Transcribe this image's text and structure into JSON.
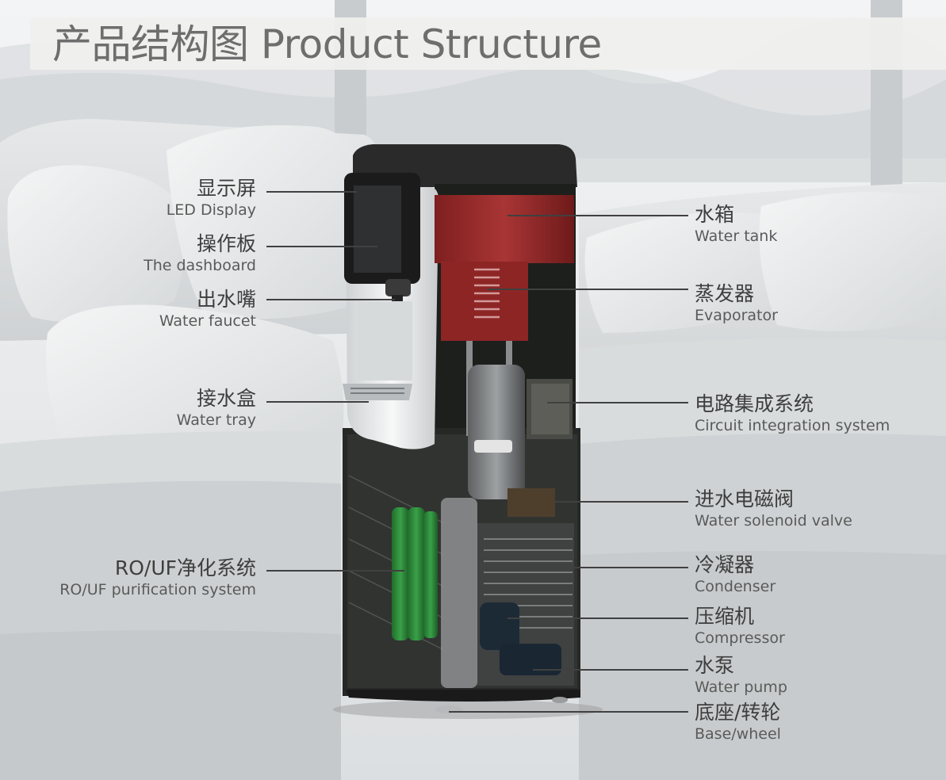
{
  "title": {
    "zh": "产品结构图",
    "en": "Product Structure"
  },
  "labels_left": [
    {
      "zh": "显示屏",
      "en": "LED Display"
    },
    {
      "zh": "操作板",
      "en": "The dashboard"
    },
    {
      "zh": "出水嘴",
      "en": "Water faucet"
    },
    {
      "zh": "接水盒",
      "en": "Water tray"
    },
    {
      "zh": "RO/UF净化系统",
      "en": "RO/UF purification system"
    }
  ],
  "labels_right": [
    {
      "zh": "水箱",
      "en": "Water tank"
    },
    {
      "zh": "蒸发器",
      "en": "Evaporator"
    },
    {
      "zh": "电路集成系统",
      "en": "Circuit integration system"
    },
    {
      "zh": "进水电磁阀",
      "en": "Water solenoid valve"
    },
    {
      "zh": "冷凝器",
      "en": "Condenser"
    },
    {
      "zh": "压缩机",
      "en": "Compressor"
    },
    {
      "zh": "水泵",
      "en": "Water pump"
    },
    {
      "zh": "底座/转轮",
      "en": "Base/wheel"
    }
  ],
  "colors": {
    "water_tank": "#9b2a2a",
    "filters": "#2f8a3a",
    "cabinet": "#1f1f1f",
    "body": "#e9ebec"
  }
}
